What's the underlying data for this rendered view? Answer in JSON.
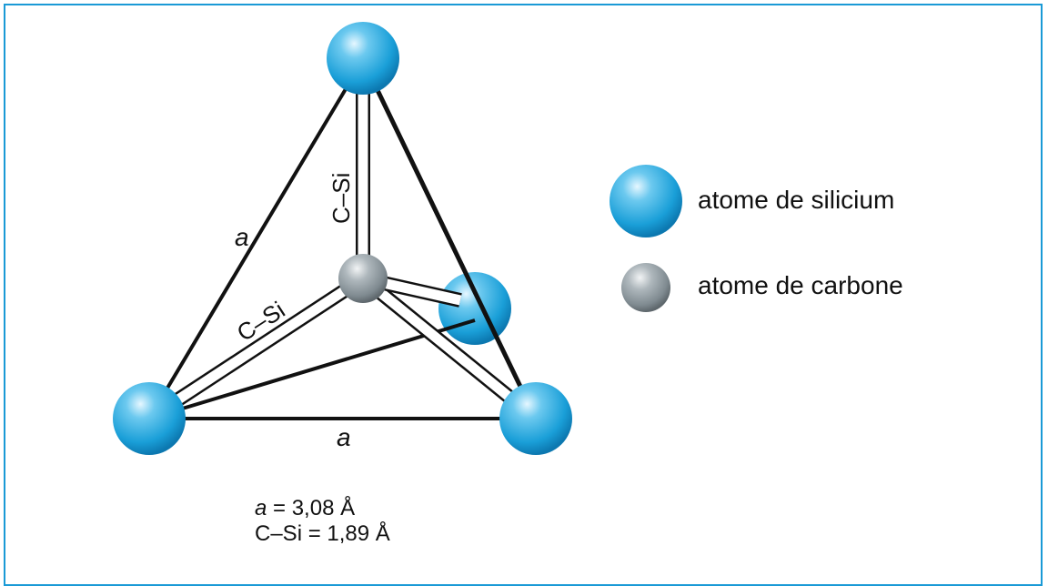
{
  "diagram": {
    "edge_label_a": "a",
    "bond_label": "C–Si"
  },
  "legend": {
    "silicon_label": "atome de silicium",
    "carbon_label": "atome de carbone"
  },
  "formulas": {
    "a_symbol": "a",
    "a_value": " = 3,08 Å",
    "bond_line": "C–Si = 1,89 Å"
  },
  "colors": {
    "frame": "#1a9ad6",
    "silicon_atom": "#1a9fd8",
    "carbon_atom": "#7f8a90",
    "edge": "#111111"
  }
}
